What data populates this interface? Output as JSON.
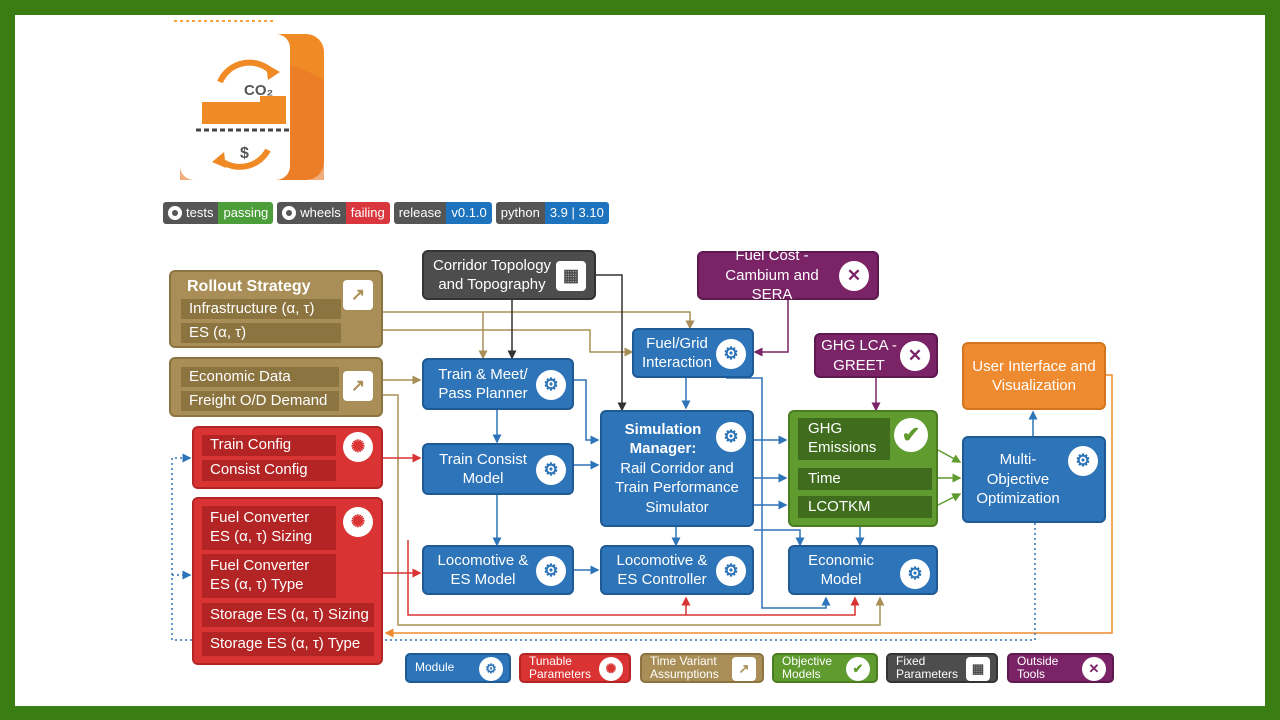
{
  "badges": [
    {
      "label": "tests",
      "value": "passing",
      "color": "#4c9e3a",
      "github": true
    },
    {
      "label": "wheels",
      "value": "failing",
      "color": "#d9363e",
      "github": true
    },
    {
      "label": "release",
      "value": "v0.1.0",
      "color": "#1e73be",
      "github": false
    },
    {
      "label": "python",
      "value": "3.9 | 3.10",
      "color": "#1e73be",
      "github": false
    }
  ],
  "logo": {
    "text": "CO₂",
    "currency": "$"
  },
  "diagram": {
    "rollout": {
      "title": "Rollout Strategy",
      "items": [
        "Infrastructure (α, τ)",
        "ES (α, τ)"
      ]
    },
    "economic_data": {
      "items": [
        "Economic Data",
        "Freight O/D Demand"
      ]
    },
    "train_config": {
      "items": [
        "Train Config",
        "Consist Config"
      ]
    },
    "fuel_converter": {
      "items": [
        "Fuel Converter\nES (α, τ) Sizing",
        "Fuel Converter\nES (α, τ) Type",
        "Storage ES (α, τ) Sizing",
        "Storage ES (α, τ) Type"
      ]
    },
    "corridor": "Corridor Topology and Topography",
    "fuel_cost": "Fuel Cost - Cambium and SERA",
    "ghg_lca": "GHG LCA - GREET",
    "train_meet": "Train & Meet/ Pass Planner",
    "fuel_grid": "Fuel/Grid Interaction",
    "train_consist": "Train Consist Model",
    "sim_manager_title": "Simulation Manager:",
    "sim_manager_body": "Rail Corridor and Train Performance Simulator",
    "locomotive_es": "Locomotive & ES Model",
    "loco_controller": "Locomotive & ES Controller",
    "economic_model": "Economic Model",
    "objectives": [
      "GHG Emissions",
      "Time",
      "LCOTKM"
    ],
    "ui": "User Interface and Visualization",
    "moo": "Multi-Objective Optimization"
  },
  "legend": [
    {
      "label": "Module",
      "icon": "gear-icon"
    },
    {
      "label": "Tunable Parameters",
      "icon": "dial-icon"
    },
    {
      "label": "Time Variant Assumptions",
      "icon": "trend-icon"
    },
    {
      "label": "Objective Models",
      "icon": "check-icon"
    },
    {
      "label": "Fixed Parameters",
      "icon": "map-icon"
    },
    {
      "label": "Outside Tools",
      "icon": "wrench-icon"
    }
  ],
  "colors": {
    "frame": "#3a7d12",
    "module": "#2e74b8",
    "tunable": "#d93333",
    "time_variant": "#a98f57",
    "objective": "#5f9b2e",
    "fixed": "#4d4d4d",
    "outside": "#7a2367",
    "ui": "#ee8a2f"
  }
}
